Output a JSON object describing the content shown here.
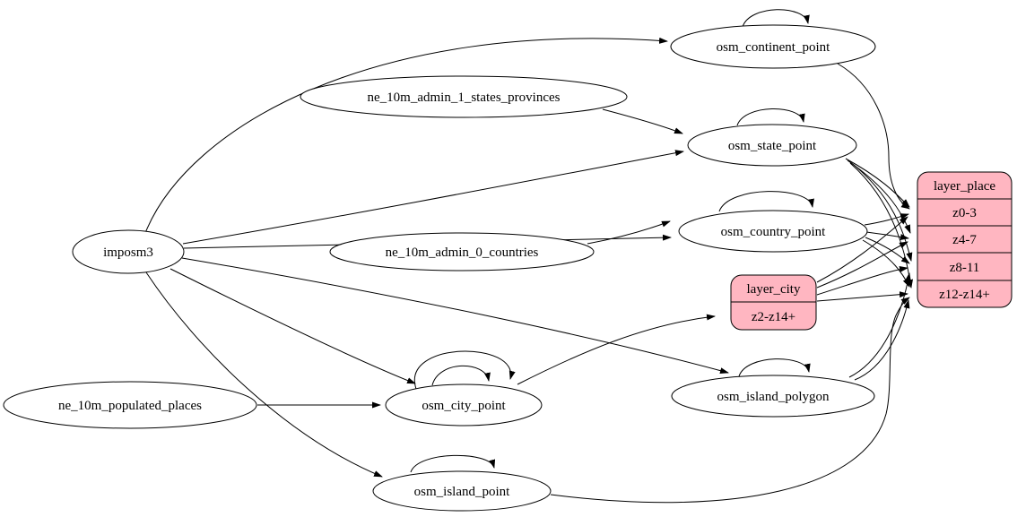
{
  "diagram": {
    "type": "graphviz-digraph",
    "background_color": "#ffffff",
    "node_fill_color": "#ffffff",
    "record_fill_color": "#ffb6c1",
    "stroke_color": "#000000",
    "text_color": "#000000"
  },
  "nodes": [
    {
      "id": "imposm3",
      "label": "imposm3",
      "shape": "ellipse"
    },
    {
      "id": "ne_10m_admin_1_states_provinces",
      "label": "ne_10m_admin_1_states_provinces",
      "shape": "ellipse"
    },
    {
      "id": "ne_10m_admin_0_countries",
      "label": "ne_10m_admin_0_countries",
      "shape": "ellipse"
    },
    {
      "id": "ne_10m_populated_places",
      "label": "ne_10m_populated_places",
      "shape": "ellipse"
    },
    {
      "id": "osm_continent_point",
      "label": "osm_continent_point",
      "shape": "ellipse"
    },
    {
      "id": "osm_state_point",
      "label": "osm_state_point",
      "shape": "ellipse"
    },
    {
      "id": "osm_country_point",
      "label": "osm_country_point",
      "shape": "ellipse"
    },
    {
      "id": "osm_city_point",
      "label": "osm_city_point",
      "shape": "ellipse"
    },
    {
      "id": "osm_island_polygon",
      "label": "osm_island_polygon",
      "shape": "ellipse"
    },
    {
      "id": "osm_island_point",
      "label": "osm_island_point",
      "shape": "ellipse"
    }
  ],
  "records": [
    {
      "id": "layer_city",
      "header": "layer_city",
      "rows": [
        "z2-z14+"
      ]
    },
    {
      "id": "layer_place",
      "header": "layer_place",
      "rows": [
        "z0-3",
        "z4-7",
        "z8-11",
        "z12-z14+"
      ]
    }
  ],
  "edges": [
    {
      "from": "imposm3",
      "to": "osm_continent_point"
    },
    {
      "from": "imposm3",
      "to": "osm_state_point"
    },
    {
      "from": "imposm3",
      "to": "osm_country_point"
    },
    {
      "from": "imposm3",
      "to": "osm_city_point"
    },
    {
      "from": "imposm3",
      "to": "osm_island_polygon"
    },
    {
      "from": "imposm3",
      "to": "osm_island_point"
    },
    {
      "from": "ne_10m_admin_1_states_provinces",
      "to": "osm_state_point"
    },
    {
      "from": "ne_10m_admin_0_countries",
      "to": "osm_country_point"
    },
    {
      "from": "ne_10m_populated_places",
      "to": "osm_city_point"
    },
    {
      "from": "osm_continent_point",
      "to": "osm_continent_point"
    },
    {
      "from": "osm_state_point",
      "to": "osm_state_point"
    },
    {
      "from": "osm_country_point",
      "to": "osm_country_point"
    },
    {
      "from": "osm_city_point",
      "to": "osm_city_point"
    },
    {
      "from": "osm_city_point",
      "to": "osm_city_point"
    },
    {
      "from": "osm_island_polygon",
      "to": "osm_island_polygon"
    },
    {
      "from": "osm_island_point",
      "to": "osm_island_point"
    },
    {
      "from": "osm_city_point",
      "to": "layer_city:z2-z14+"
    },
    {
      "from": "osm_continent_point",
      "to": "layer_place:z0-3"
    },
    {
      "from": "osm_state_point",
      "to": "layer_place:z0-3"
    },
    {
      "from": "osm_state_point",
      "to": "layer_place:z4-7"
    },
    {
      "from": "osm_state_point",
      "to": "layer_place:z8-11"
    },
    {
      "from": "osm_state_point",
      "to": "layer_place:z12-z14+"
    },
    {
      "from": "osm_country_point",
      "to": "layer_place:z0-3"
    },
    {
      "from": "osm_country_point",
      "to": "layer_place:z4-7"
    },
    {
      "from": "osm_country_point",
      "to": "layer_place:z8-11"
    },
    {
      "from": "osm_country_point",
      "to": "layer_place:z12-z14+"
    },
    {
      "from": "layer_city",
      "to": "layer_place:z0-3"
    },
    {
      "from": "layer_city",
      "to": "layer_place:z4-7"
    },
    {
      "from": "layer_city",
      "to": "layer_place:z8-11"
    },
    {
      "from": "layer_city",
      "to": "layer_place:z12-z14+"
    },
    {
      "from": "osm_island_polygon",
      "to": "layer_place:z8-11"
    },
    {
      "from": "osm_island_polygon",
      "to": "layer_place:z12-z14+"
    },
    {
      "from": "osm_island_point",
      "to": "layer_place:z12-z14+"
    }
  ]
}
